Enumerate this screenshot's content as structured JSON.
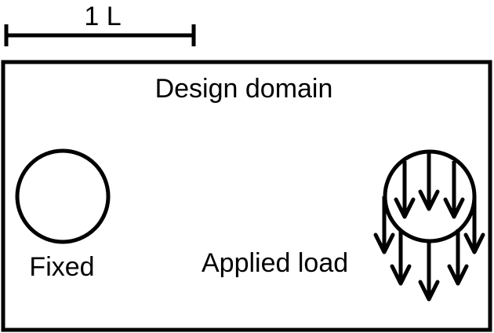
{
  "scale_bar": {
    "label": "1 L"
  },
  "domain": {
    "label": "Design domain"
  },
  "fixed_support": {
    "label": "Fixed"
  },
  "applied_load": {
    "label": "Applied load"
  },
  "colors": {
    "stroke": "#000000",
    "background": "#ffffff"
  }
}
